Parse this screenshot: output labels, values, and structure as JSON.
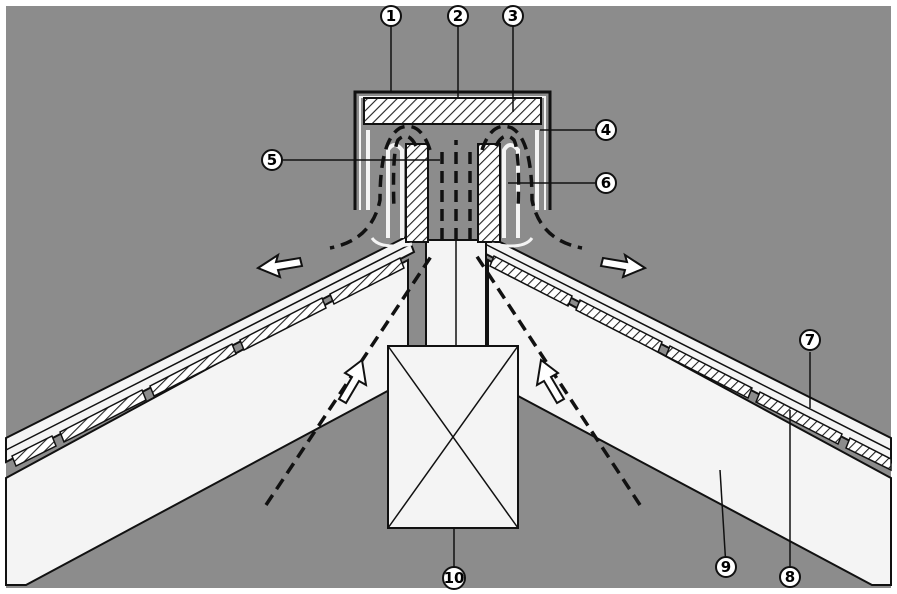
{
  "callouts": [
    {
      "id": "1",
      "label": "1"
    },
    {
      "id": "2",
      "label": "2"
    },
    {
      "id": "3",
      "label": "3"
    },
    {
      "id": "4",
      "label": "4"
    },
    {
      "id": "5",
      "label": "5"
    },
    {
      "id": "6",
      "label": "6"
    },
    {
      "id": "7",
      "label": "7"
    },
    {
      "id": "8",
      "label": "8"
    },
    {
      "id": "9",
      "label": "9"
    },
    {
      "id": "10",
      "label": "10"
    }
  ],
  "colors": {
    "background": "#8c8c8c",
    "material": "#f4f4f4",
    "stroke": "#111111"
  }
}
